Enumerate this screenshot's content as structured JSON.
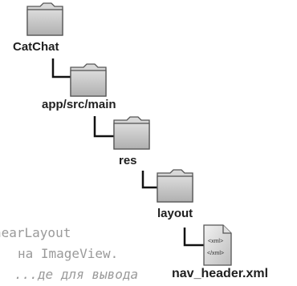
{
  "folders": [
    "CatChat",
    "app/src/main",
    "res",
    "layout"
  ],
  "file": {
    "name": "nav_header.xml",
    "glyph_lines": [
      "<xml>",
      "</xml>"
    ]
  },
  "side_notes": [
    "nearLayout",
    "на ImageView.",
    "...де для вывода"
  ],
  "colors": {
    "folder": "#c9c9c9",
    "connector": "#111111",
    "label": "#1f1f1f",
    "note": "#9a9a9a"
  }
}
